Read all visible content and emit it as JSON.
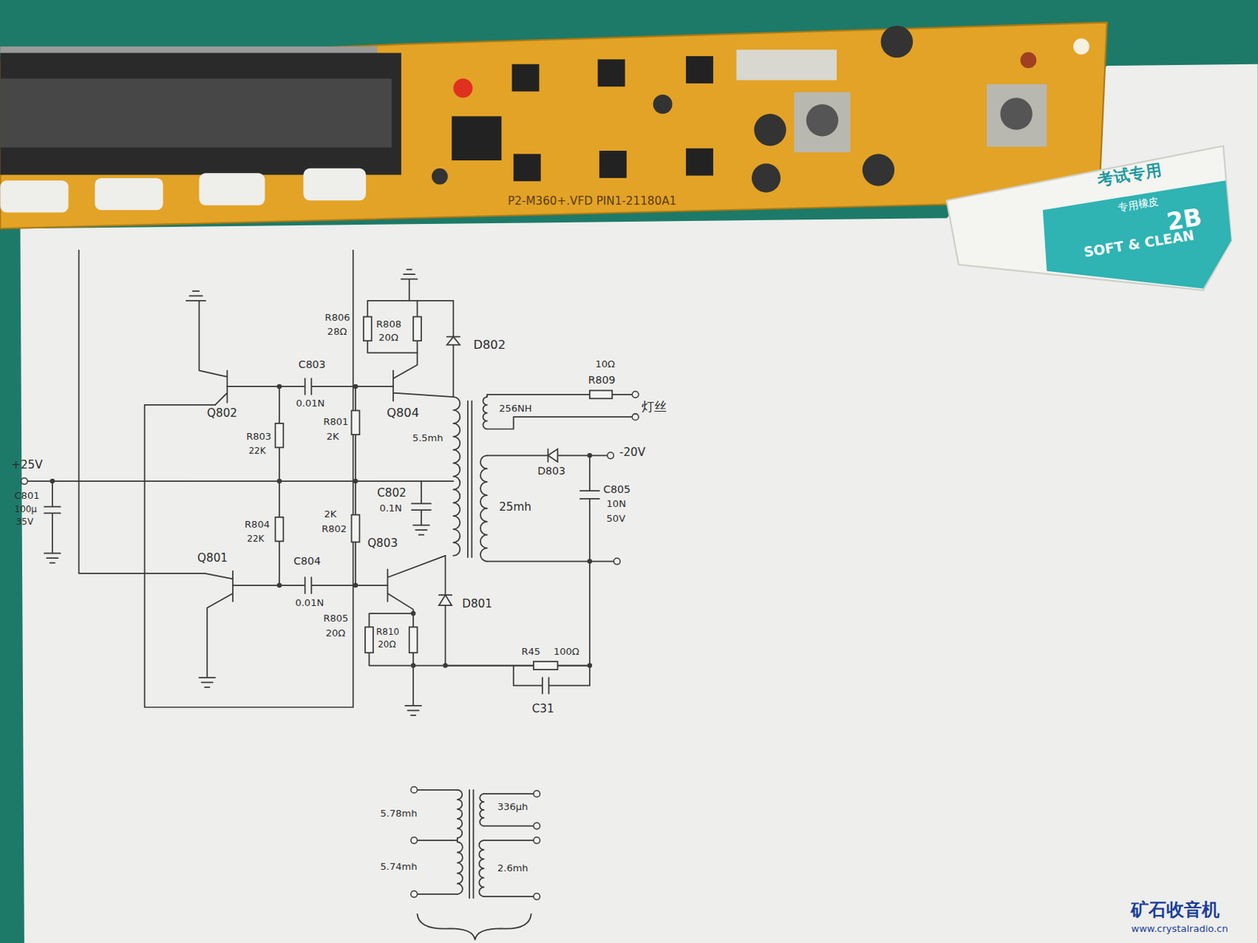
{
  "diagram": {
    "labels": [
      "P2-M360+.VFD PIN1-21180A1",
      "考试专用",
      "专用橡皮",
      "2B",
      "SOFT & CLEAN",
      "R806",
      "28Ω",
      "R808",
      "20Ω",
      "D802",
      "C803",
      "0.01N",
      "Q804",
      "R801",
      "2K",
      "5.5mh",
      "Q802",
      "R803",
      "22K",
      "+25V",
      "C801",
      "100μ",
      "35V",
      "R804",
      "22K",
      "2K",
      "R802",
      "C802",
      "0.1N",
      "Q803",
      "Q801",
      "C804",
      "0.01N",
      "D801",
      "R805",
      "20Ω",
      "R810",
      "20Ω",
      "100Ω",
      "R45",
      "C31",
      "10Ω",
      "R809",
      "256NH",
      "灯丝",
      "D803",
      "-20V",
      "C805",
      "10N",
      "50V",
      "25mh",
      "5.78mh",
      "5.74mh",
      "336μh",
      "2.6mh",
      "矿石收音机",
      "www.crystalradio.cn"
    ]
  }
}
